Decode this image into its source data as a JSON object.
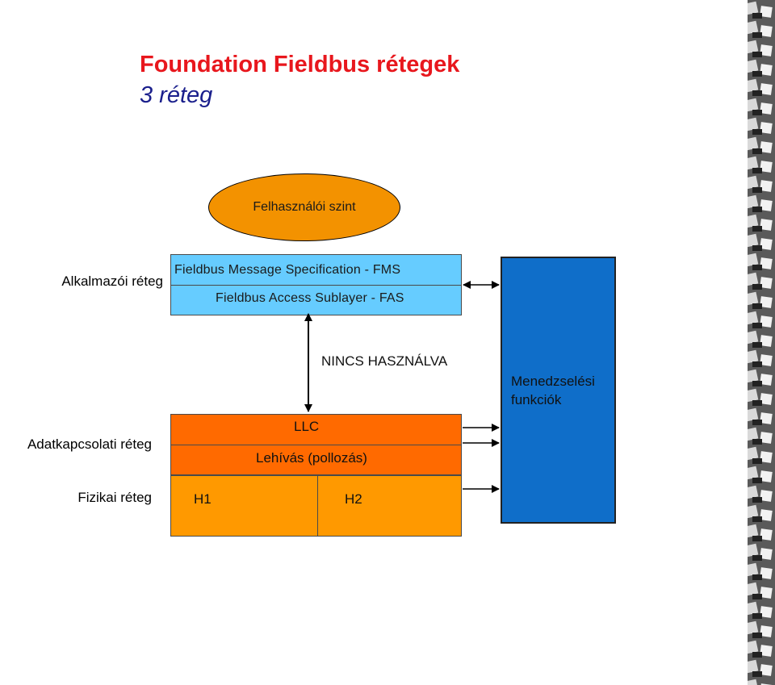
{
  "title": "Foundation Fieldbus rétegek",
  "subtitle": "3 réteg",
  "user_level": "Felhasználói szint",
  "layer_labels": {
    "application": "Alkalmazói réteg",
    "data_link": "Adatkapcsolati réteg",
    "physical": "Fizikai réteg"
  },
  "application_layer": {
    "fms": "Fieldbus Message Specification - FMS",
    "fas": "Fieldbus Access Sublayer - FAS"
  },
  "not_used": "NINCS HASZNÁLVA",
  "management": "Menedzselési funkciók",
  "data_link_layer": {
    "llc": "LLC",
    "polling": "Lehívás (pollozás)"
  },
  "physical_layer": {
    "h1": "H1",
    "h2": "H2"
  },
  "colors": {
    "title": "#e8171d",
    "subtitle": "#1a1f8c",
    "user_level": "#f39200",
    "application_layer": "#66ccff",
    "data_link_layer": "#ff6a00",
    "physical_layer": "#ff9900",
    "management": "#0f6ec9"
  }
}
